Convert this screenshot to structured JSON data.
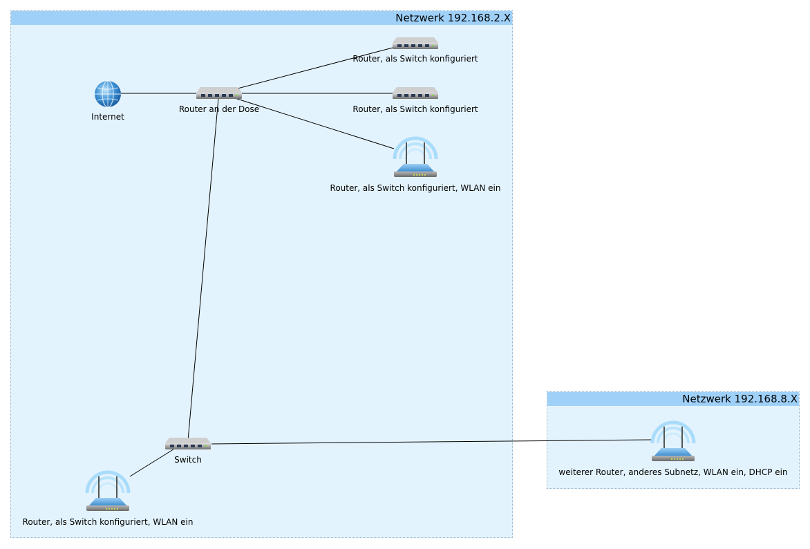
{
  "groups": {
    "net2": {
      "title": "Netzwerk 192.168.2.X"
    },
    "net8": {
      "title": "Netzwerk 192.168.8.X"
    }
  },
  "nodes": {
    "internet": {
      "label": "Internet",
      "icon": "globe-icon"
    },
    "router_dose": {
      "label": "Router an der Dose",
      "icon": "switch-icon"
    },
    "switch_top1": {
      "label": "Router, als Switch konfiguriert",
      "icon": "switch-icon"
    },
    "switch_top2": {
      "label": "Router, als Switch konfiguriert",
      "icon": "switch-icon"
    },
    "wlan_top": {
      "label": "Router, als Switch konfiguriert, WLAN ein",
      "icon": "wireless-router-icon"
    },
    "switch_main": {
      "label": "Switch",
      "icon": "switch-icon"
    },
    "wlan_bottom": {
      "label": "Router, als Switch konfiguriert, WLAN ein",
      "icon": "wireless-router-icon"
    },
    "router_dhcp": {
      "label": "weiterer Router, anderes Subnetz, WLAN ein, DHCP ein",
      "icon": "wireless-router-icon"
    }
  },
  "edges": [
    [
      "internet",
      "router_dose"
    ],
    [
      "router_dose",
      "switch_top1"
    ],
    [
      "router_dose",
      "switch_top2"
    ],
    [
      "router_dose",
      "wlan_top"
    ],
    [
      "router_dose",
      "switch_main"
    ],
    [
      "switch_main",
      "wlan_bottom"
    ],
    [
      "switch_main",
      "router_dhcp"
    ]
  ]
}
